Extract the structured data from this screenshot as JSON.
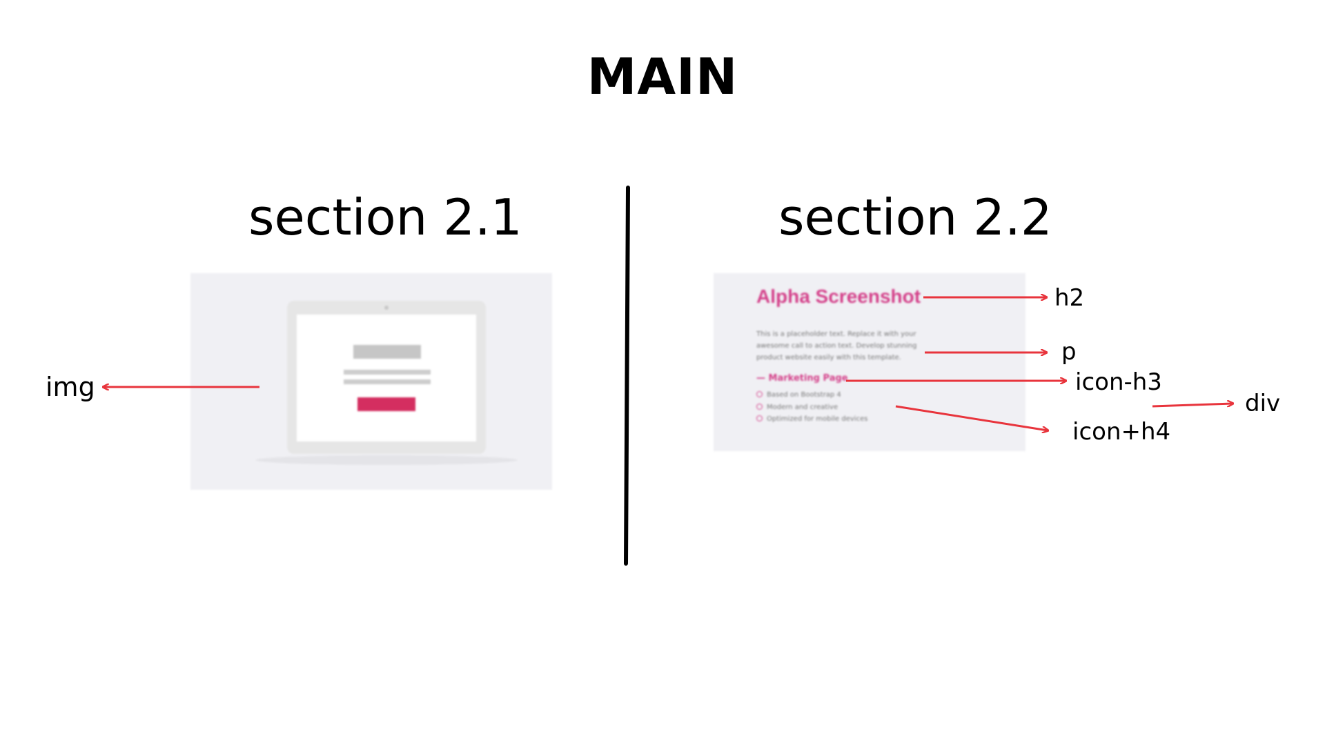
{
  "title": "MAIN",
  "sections": [
    {
      "title": "section 2.1",
      "annotations": [
        {
          "label": "img"
        }
      ]
    },
    {
      "title": "section 2.2",
      "mockup": {
        "heading": "Alpha Screenshot",
        "paragraph": "This is a placeholder text. Replace it with your awesome call to action text. Develop stunning product website easily with this template.",
        "subheading": "— Marketing Page",
        "features": [
          "Based on Bootstrap 4",
          "Modern and creative",
          "Optimized for mobile devices"
        ]
      },
      "annotations": [
        {
          "label": "h2"
        },
        {
          "label": "p"
        },
        {
          "label": "icon-h3"
        },
        {
          "label": "icon+h4"
        },
        {
          "label": "div"
        }
      ]
    }
  ],
  "colors": {
    "arrow": "#e8343c",
    "accent": "#d4418a",
    "button": "#d42e60",
    "thumbnail_bg": "#f0f0f4"
  }
}
